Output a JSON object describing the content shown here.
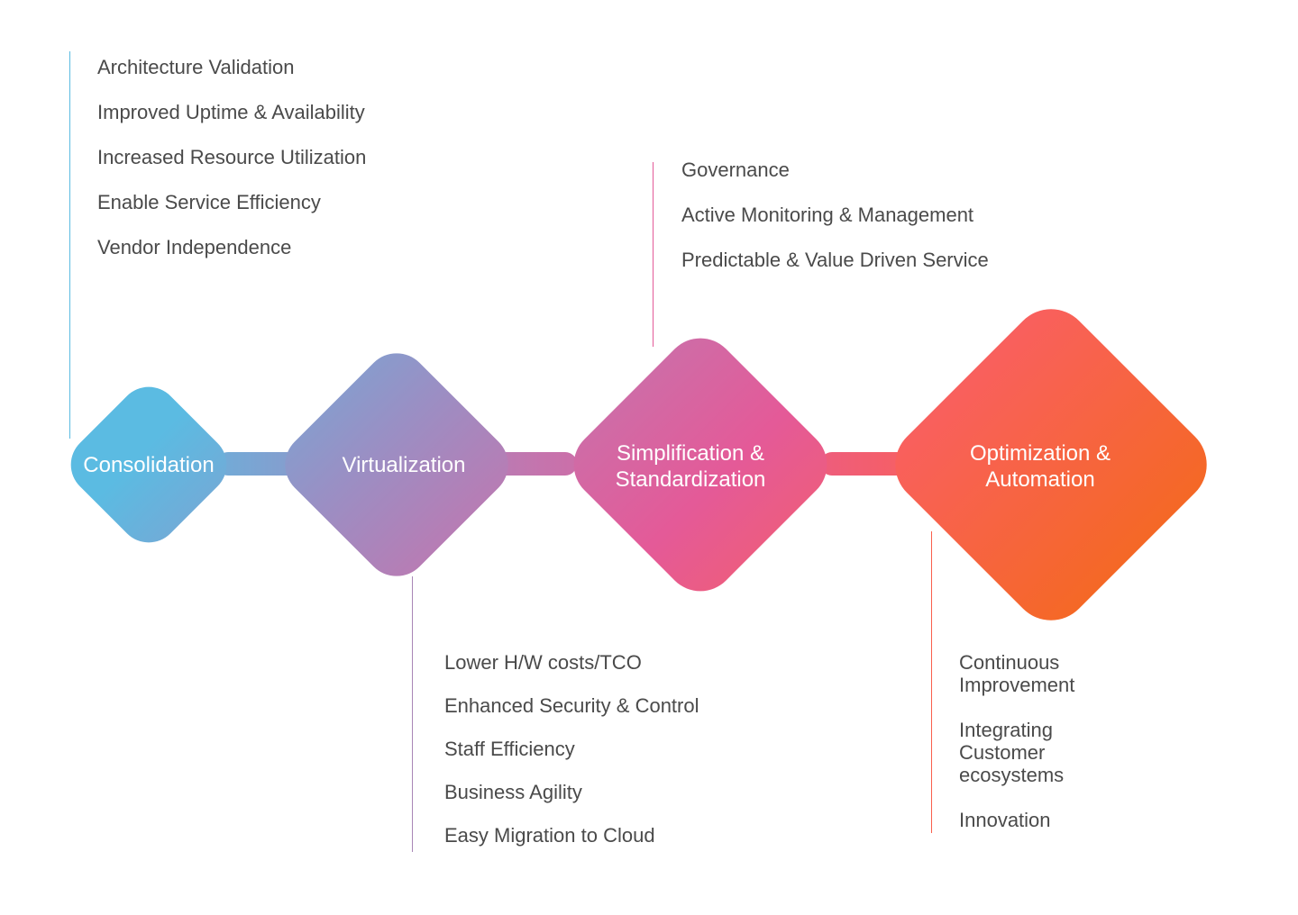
{
  "colors": {
    "consolidation": "#5bbbe2",
    "virtualization": "#a886b6",
    "simplification": "#e45a98",
    "optimization": "#f4691f",
    "text": "#4a4a4a"
  },
  "stages": [
    {
      "name": "Consolidation",
      "benefits": [
        "Architecture Validation",
        "Improved Uptime & Availability",
        "Increased Resource Utilization",
        "Enable Service Efficiency",
        "Vendor Independence"
      ]
    },
    {
      "name": "Virtualization",
      "benefits": [
        "Lower H/W costs/TCO",
        "Enhanced Security & Control",
        "Staff Efficiency",
        "Business Agility",
        "Easy Migration to Cloud"
      ]
    },
    {
      "name": "Simplification &\nStandardization",
      "benefits": [
        "Governance",
        "Active Monitoring & Management",
        "Predictable & Value Driven Service"
      ]
    },
    {
      "name": "Optimization &\nAutomation",
      "benefits": [
        "Continuous\nImprovement",
        "Integrating\nCustomer\necosystems",
        "Innovation"
      ]
    }
  ]
}
